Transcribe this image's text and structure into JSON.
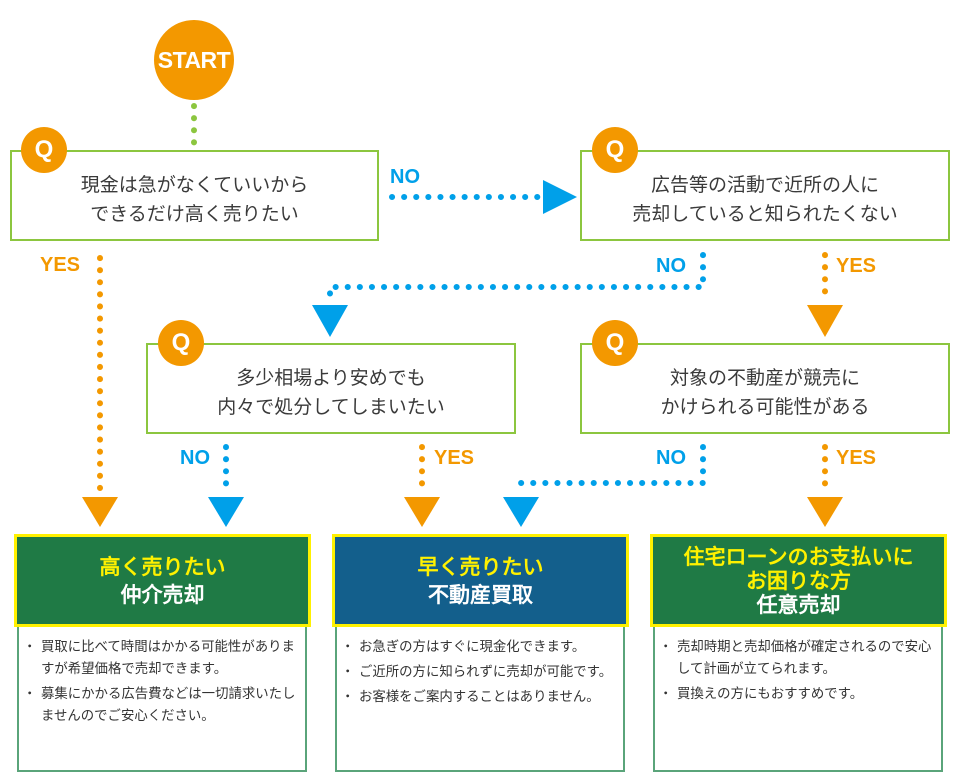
{
  "start": {
    "label": "START"
  },
  "questions": [
    {
      "id": "q1",
      "badge": "Q",
      "text": "現金は急がなくていいから\nできるだけ高く売りたい"
    },
    {
      "id": "q2",
      "badge": "Q",
      "text": "広告等の活動で近所の人に\n売却していると知られたくない"
    },
    {
      "id": "q3",
      "badge": "Q",
      "text": "多少相場より安めでも\n内々で処分してしまいたい"
    },
    {
      "id": "q4",
      "badge": "Q",
      "text": "対象の不動産が競売に\nかけられる可能性がある"
    }
  ],
  "branch_labels": {
    "q1_no": "NO",
    "q1_yes": "YES",
    "q2_no": "NO",
    "q2_yes": "YES",
    "q3_no": "NO",
    "q3_yes": "YES",
    "q4_no": "NO",
    "q4_yes": "YES"
  },
  "results": [
    {
      "id": "brokerage",
      "subtitle_lines": [
        "高く売りたい"
      ],
      "title": "仲介売却",
      "header_color": "#1f7a45",
      "bullets": [
        "買取に比べて時間はかかる可能性がありますが希望価格で売却できます。",
        "募集にかかる広告費などは一切請求いたしませんのでご安心ください。"
      ]
    },
    {
      "id": "purchase",
      "subtitle_lines": [
        "早く売りたい"
      ],
      "title": "不動産買取",
      "header_color": "#135f8c",
      "bullets": [
        "お急ぎの方はすぐに現金化できます。",
        "ご近所の方に知られずに売却が可能です。",
        "お客様をご案内することはありません。"
      ]
    },
    {
      "id": "voluntary",
      "subtitle_lines": [
        "住宅ローンのお支払いに",
        "お困りな方"
      ],
      "title": "任意売却",
      "header_color": "#1f7a45",
      "bullets": [
        "売却時期と売却価格が確定されるので安心して計画が立てられます。",
        "買換えの方にもおすすめです。"
      ]
    }
  ],
  "colors": {
    "orange": "#f39800",
    "blue": "#00a0e9",
    "green_line": "#8cc63f",
    "yellow": "#fff100"
  }
}
